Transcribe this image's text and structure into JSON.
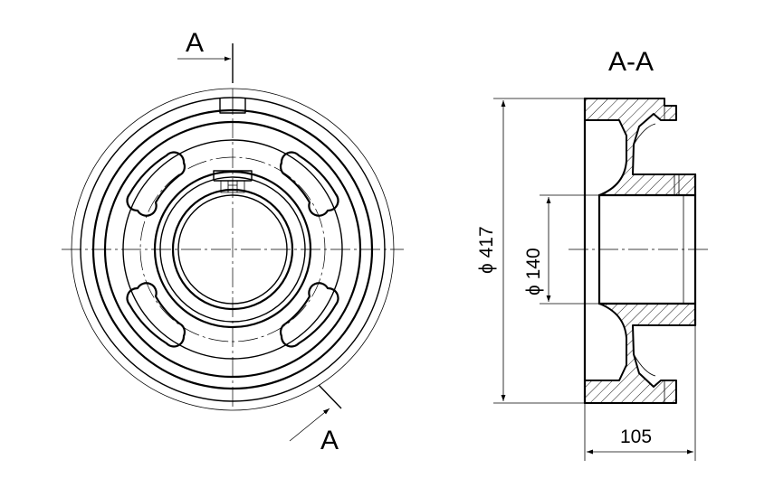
{
  "section_label_top": "A",
  "section_label_bottom": "A",
  "section_title": "A-A",
  "dim_outer_diameter": "ϕ 417",
  "dim_bore_diameter": "ϕ 140",
  "dim_width": "105"
}
